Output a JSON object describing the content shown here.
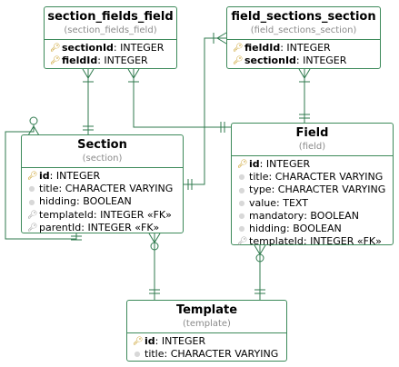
{
  "colors": {
    "border": "#3d8a5a",
    "edge": "#2f7a4e",
    "key": "#c79a1e",
    "fk": "#9a9a9a"
  },
  "entities": {
    "section_fields_field": {
      "name": "section_fields_field",
      "table": "(section_fields_field)",
      "attrs": [
        {
          "icon": "key-icon",
          "name": "sectionId",
          "type": ": INTEGER"
        },
        {
          "icon": "key-icon",
          "name": "fieldId",
          "type": ": INTEGER"
        }
      ]
    },
    "field_sections_section": {
      "name": "field_sections_section",
      "table": "(field_sections_section)",
      "attrs": [
        {
          "icon": "key-icon",
          "name": "fieldId",
          "type": ": INTEGER"
        },
        {
          "icon": "key-icon",
          "name": "sectionId",
          "type": ": INTEGER"
        }
      ]
    },
    "section": {
      "name": "Section",
      "table": "(section)",
      "attrs": [
        {
          "icon": "key-icon",
          "name": "id",
          "type": ": INTEGER"
        },
        {
          "icon": "dot-icon",
          "name": "title",
          "type": ": CHARACTER VARYING"
        },
        {
          "icon": "dot-icon",
          "name": "hidding",
          "type": ": BOOLEAN"
        },
        {
          "icon": "fk-key-icon",
          "name": "templateId",
          "type": ": INTEGER «FK»"
        },
        {
          "icon": "fk-key-icon",
          "name": "parentId",
          "type": ": INTEGER «FK»"
        }
      ]
    },
    "field": {
      "name": "Field",
      "table": "(field)",
      "attrs": [
        {
          "icon": "key-icon",
          "name": "id",
          "type": ": INTEGER"
        },
        {
          "icon": "dot-icon",
          "name": "title",
          "type": ": CHARACTER VARYING"
        },
        {
          "icon": "dot-icon",
          "name": "type",
          "type": ": CHARACTER VARYING"
        },
        {
          "icon": "dot-icon",
          "name": "value",
          "type": ": TEXT"
        },
        {
          "icon": "dot-icon",
          "name": "mandatory",
          "type": ": BOOLEAN"
        },
        {
          "icon": "dot-icon",
          "name": "hidding",
          "type": ": BOOLEAN"
        },
        {
          "icon": "fk-key-icon",
          "name": "templateId",
          "type": ": INTEGER «FK»"
        }
      ]
    },
    "template": {
      "name": "Template",
      "table": "(template)",
      "attrs": [
        {
          "icon": "key-icon",
          "name": "id",
          "type": ": INTEGER"
        },
        {
          "icon": "dot-icon",
          "name": "title",
          "type": ": CHARACTER VARYING"
        }
      ]
    }
  }
}
